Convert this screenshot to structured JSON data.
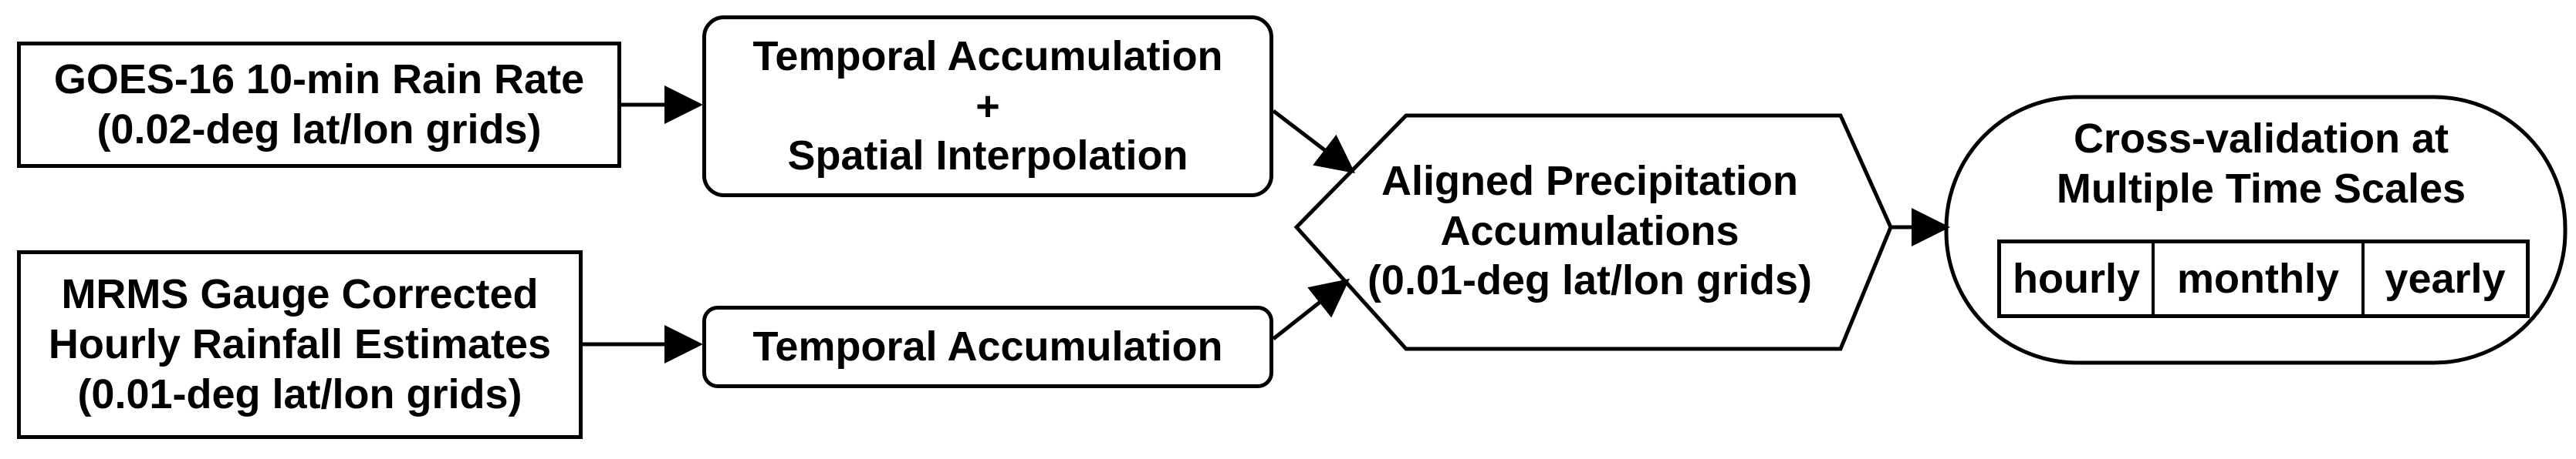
{
  "nodes": {
    "goes": {
      "lines": [
        "GOES-16 10-min Rain Rate",
        "(0.02-deg lat/lon grids)"
      ]
    },
    "mrms": {
      "lines": [
        "MRMS Gauge Corrected",
        "Hourly Rainfall Estimates",
        "(0.01-deg lat/lon grids)"
      ]
    },
    "temporal_spatial": {
      "lines": [
        "Temporal Accumulation",
        "+",
        "Spatial Interpolation"
      ]
    },
    "temporal": {
      "lines": [
        "Temporal Accumulation"
      ]
    },
    "aligned": {
      "lines": [
        "Aligned Precipitation",
        "Accumulations",
        "(0.01-deg lat/lon grids)"
      ]
    },
    "crossval": {
      "lines": [
        "Cross-validation at",
        "Multiple Time Scales"
      ],
      "scales": [
        "hourly",
        "monthly",
        "yearly"
      ]
    }
  },
  "edges": [
    {
      "from": "goes",
      "to": "temporal_spatial"
    },
    {
      "from": "mrms",
      "to": "temporal"
    },
    {
      "from": "temporal_spatial",
      "to": "aligned"
    },
    {
      "from": "temporal",
      "to": "aligned"
    },
    {
      "from": "aligned",
      "to": "crossval"
    }
  ]
}
